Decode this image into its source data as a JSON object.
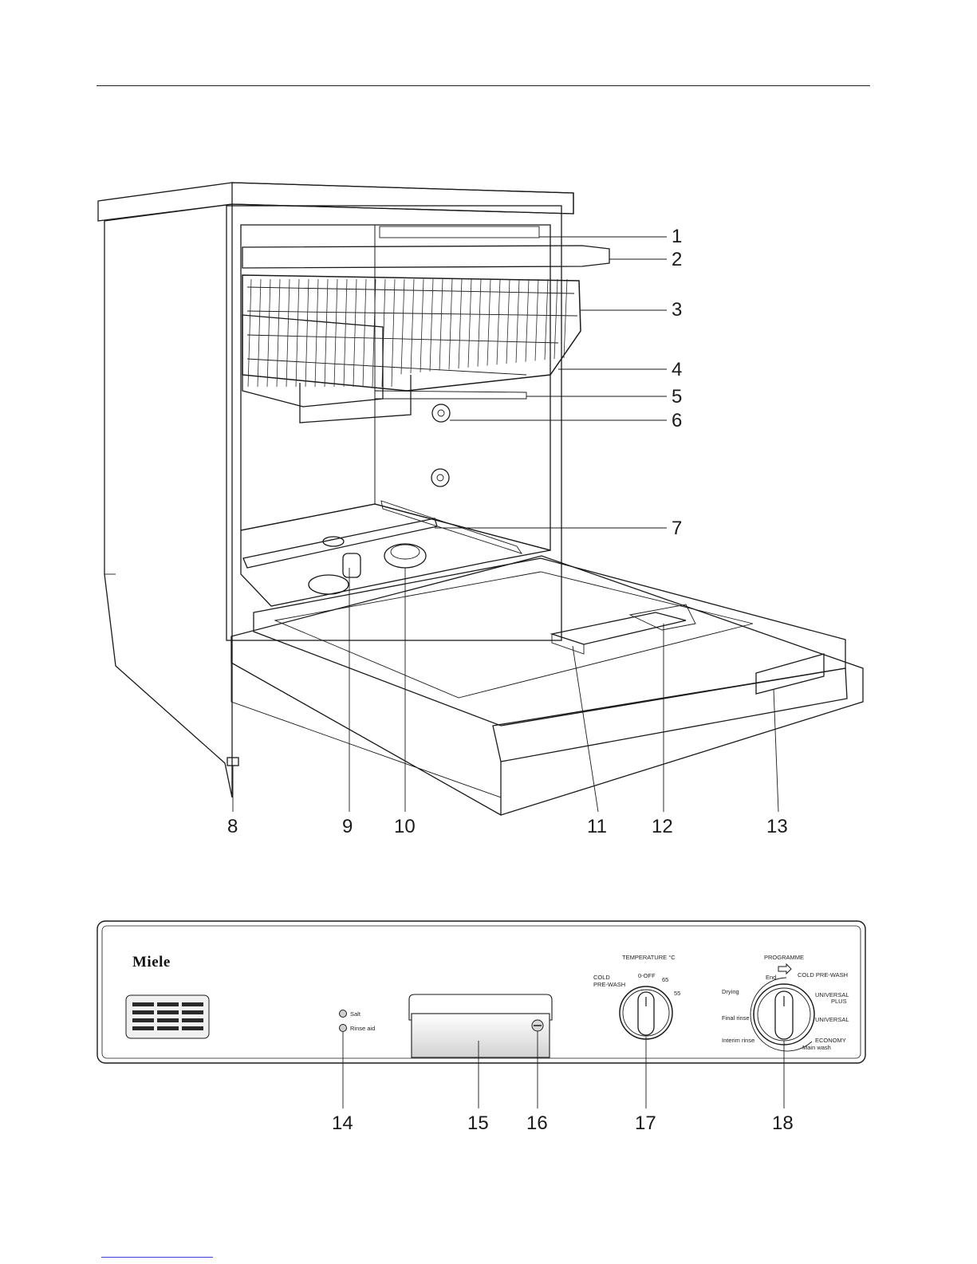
{
  "diagram": {
    "callouts_top": [
      "1",
      "2",
      "3",
      "4",
      "5",
      "6",
      "7",
      "8",
      "9",
      "10",
      "11",
      "12",
      "13"
    ],
    "callouts_panel": [
      "14",
      "15",
      "16",
      "17",
      "18"
    ]
  },
  "panel": {
    "brand": "Miele",
    "indicators": {
      "salt": "Salt",
      "rinse_aid": "Rinse aid"
    },
    "temperature": {
      "title": "TEMPERATURE °C",
      "cold_line1": "COLD",
      "cold_line2": "PRE-WASH",
      "off": "0-OFF",
      "t65": "65",
      "t55": "55"
    },
    "programme": {
      "title": "PROGRAMME",
      "end": "End",
      "cold_prewash": "COLD PRE-WASH",
      "universal_plus_1": "UNIVERSAL",
      "universal_plus_2": "PLUS",
      "universal": "UNIVERSAL",
      "economy": "ECONOMY",
      "main_wash": "Main wash",
      "drying": "Drying",
      "final_rinse": "Final rinse",
      "interim_rinse": "Interim rinse"
    }
  }
}
